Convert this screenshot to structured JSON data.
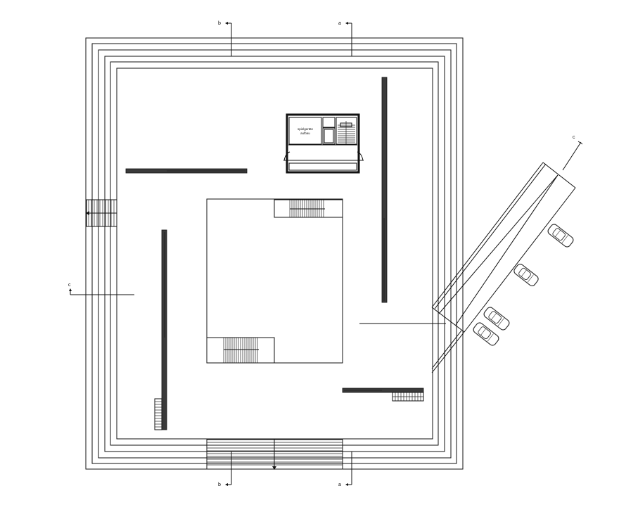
{
  "drawing": {
    "section_markers": {
      "a": "a",
      "b": "b",
      "c": "c"
    },
    "room_label_line1": "spielgeräte",
    "room_label_line2": "aufbau",
    "colors": {
      "line": "#111111",
      "wall_fill": "#3a3a3a",
      "background": "#ffffff"
    },
    "parked_cars": 4
  }
}
